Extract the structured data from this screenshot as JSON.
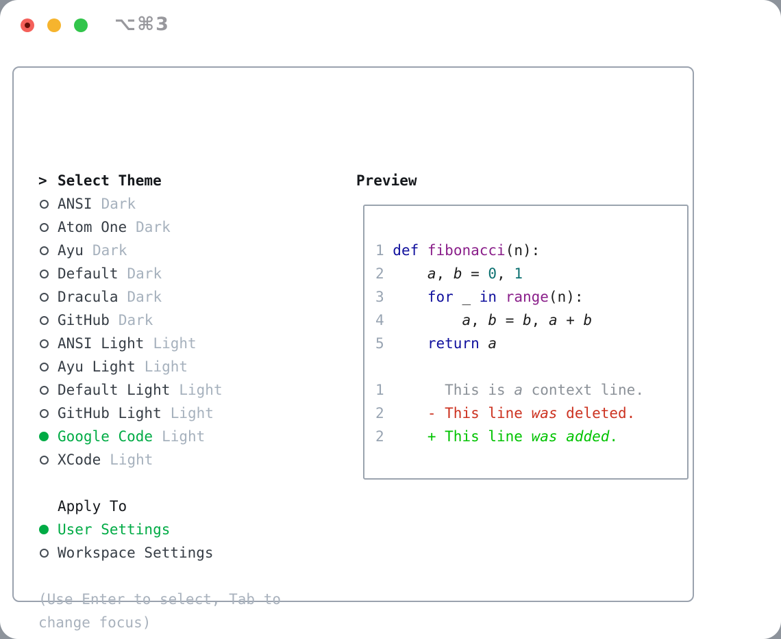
{
  "window": {
    "shortcut_label": "⌥⌘3",
    "traffic_lights": {
      "red": "#f4605a",
      "red_inner_dot": "#650f08",
      "yellow": "#f6b42e",
      "green": "#32c54b"
    }
  },
  "colors": {
    "panel_border": "#9aa2ae",
    "selected_green": "#00ab45",
    "theme_name": "#363d45",
    "tag_gray": "#a6b1bd",
    "help_gray": "#a9b2bd",
    "line_number": "#98a4b2",
    "keyword_blue": "#10109d",
    "function_purple": "#8a1f8a",
    "literal_teal": "#0b7070",
    "diff_context_gray": "#8b9198",
    "diff_deleted_red": "#cc3220",
    "diff_added_green": "#00c300"
  },
  "theme_picker": {
    "header": {
      "prefix": ">",
      "label": "Select Theme"
    },
    "themes": [
      {
        "name": "ANSI",
        "tag": "Dark",
        "selected": false
      },
      {
        "name": "Atom One",
        "tag": "Dark",
        "selected": false
      },
      {
        "name": "Ayu",
        "tag": "Dark",
        "selected": false
      },
      {
        "name": "Default",
        "tag": "Dark",
        "selected": false
      },
      {
        "name": "Dracula",
        "tag": "Dark",
        "selected": false
      },
      {
        "name": "GitHub",
        "tag": "Dark",
        "selected": false
      },
      {
        "name": "ANSI Light",
        "tag": "Light",
        "selected": false
      },
      {
        "name": "Ayu Light",
        "tag": "Light",
        "selected": false
      },
      {
        "name": "Default Light",
        "tag": "Light",
        "selected": false
      },
      {
        "name": "GitHub Light",
        "tag": "Light",
        "selected": false
      },
      {
        "name": "Google Code",
        "tag": "Light",
        "selected": true
      },
      {
        "name": "XCode",
        "tag": "Light",
        "selected": false
      }
    ],
    "apply_to": {
      "label": "Apply To",
      "options": [
        {
          "name": "User Settings",
          "selected": true
        },
        {
          "name": "Workspace Settings",
          "selected": false
        }
      ]
    },
    "help": [
      "(Use Enter to select, Tab to",
      "change focus)"
    ]
  },
  "preview": {
    "title": "Preview",
    "lines": [
      [],
      [
        [
          "ln",
          "1 "
        ],
        [
          "kw",
          "def"
        ],
        [
          "pln",
          " "
        ],
        [
          "fn",
          "fibonacci"
        ],
        [
          "pln",
          "(n):"
        ]
      ],
      [
        [
          "ln",
          "2 "
        ],
        [
          "pln",
          "    "
        ],
        [
          "var",
          "a"
        ],
        [
          "pln",
          ", "
        ],
        [
          "var",
          "b"
        ],
        [
          "pln",
          " = "
        ],
        [
          "lit",
          "0"
        ],
        [
          "pln",
          ", "
        ],
        [
          "lit",
          "1"
        ]
      ],
      [
        [
          "ln",
          "3 "
        ],
        [
          "pln",
          "    "
        ],
        [
          "kw",
          "for"
        ],
        [
          "pln",
          " _ "
        ],
        [
          "kw",
          "in"
        ],
        [
          "pln",
          " "
        ],
        [
          "fn",
          "range"
        ],
        [
          "pln",
          "(n):"
        ]
      ],
      [
        [
          "ln",
          "4 "
        ],
        [
          "pln",
          "        "
        ],
        [
          "var",
          "a"
        ],
        [
          "pln",
          ", "
        ],
        [
          "var",
          "b"
        ],
        [
          "pln",
          " = "
        ],
        [
          "var",
          "b"
        ],
        [
          "pln",
          ", "
        ],
        [
          "var",
          "a"
        ],
        [
          "pln",
          " + "
        ],
        [
          "var",
          "b"
        ]
      ],
      [
        [
          "ln",
          "5 "
        ],
        [
          "pln",
          "    "
        ],
        [
          "kw",
          "return"
        ],
        [
          "pln",
          " "
        ],
        [
          "var",
          "a"
        ]
      ],
      [],
      [
        [
          "ln",
          "1 "
        ],
        [
          "ctx",
          "      This is "
        ],
        [
          "ctx-i",
          "a"
        ],
        [
          "ctx",
          " context line."
        ]
      ],
      [
        [
          "ln",
          "2 "
        ],
        [
          "pln",
          "    "
        ],
        [
          "del",
          "- This line "
        ],
        [
          "del-i",
          "was"
        ],
        [
          "del",
          " deleted."
        ]
      ],
      [
        [
          "ln",
          "2 "
        ],
        [
          "pln",
          "    "
        ],
        [
          "add",
          "+ This line "
        ],
        [
          "add-i",
          "was"
        ],
        [
          "add",
          " "
        ],
        [
          "add-i",
          "added"
        ],
        [
          "add",
          "."
        ]
      ],
      []
    ]
  }
}
